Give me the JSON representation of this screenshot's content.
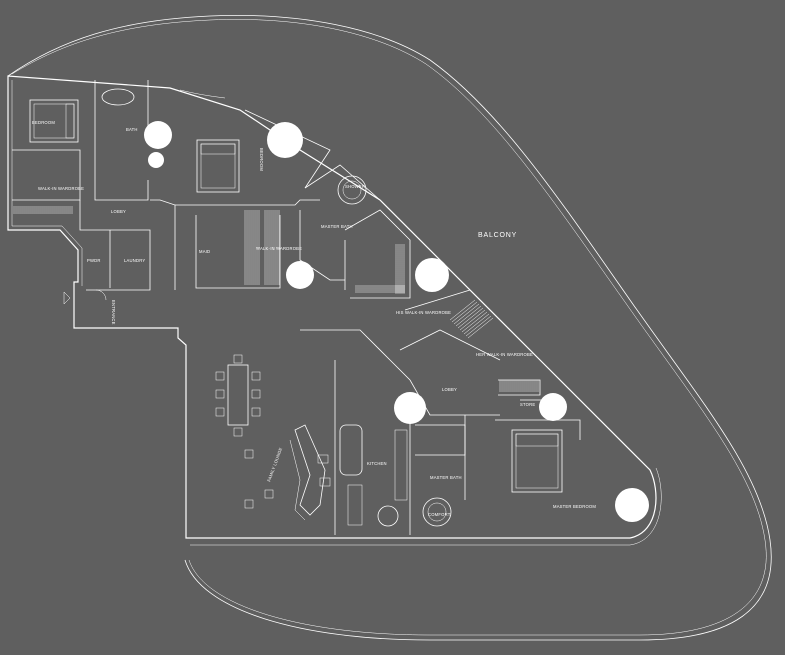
{
  "colors": {
    "background": "#5f5f5f",
    "lines": "#ffffff"
  },
  "labels": {
    "balcony": "BALCONY",
    "bedroom": "BEDROOM",
    "walkin_wardrobe_left": "WALK-IN WARDROBE",
    "bath": "BATH",
    "lobby_left": "LOBBY",
    "powder": "PWDR",
    "laundry": "LAUNDRY",
    "bedroom_vertical": "BEDROOM",
    "maid": "MAID",
    "walkin_wardrobe_center": "WALK-IN WARDROBE",
    "master_bath_upper": "MASTER BATH",
    "shower": "SHOWER",
    "his_walkin_wardrobe": "HIS WALK-IN WARDROBE",
    "her_walkin_wardrobe": "HER WALK-IN WARDROBE",
    "entrance": "ENTRANCE",
    "family_lounge": "FAMILY LOUNGE",
    "kitchen": "KITCHEN",
    "lobby_center": "LOBBY",
    "store": "STORE",
    "master_bath_lower": "MASTER BATH",
    "comfort": "COMFORT",
    "master_bedroom": "MASTER BEDROOM"
  }
}
